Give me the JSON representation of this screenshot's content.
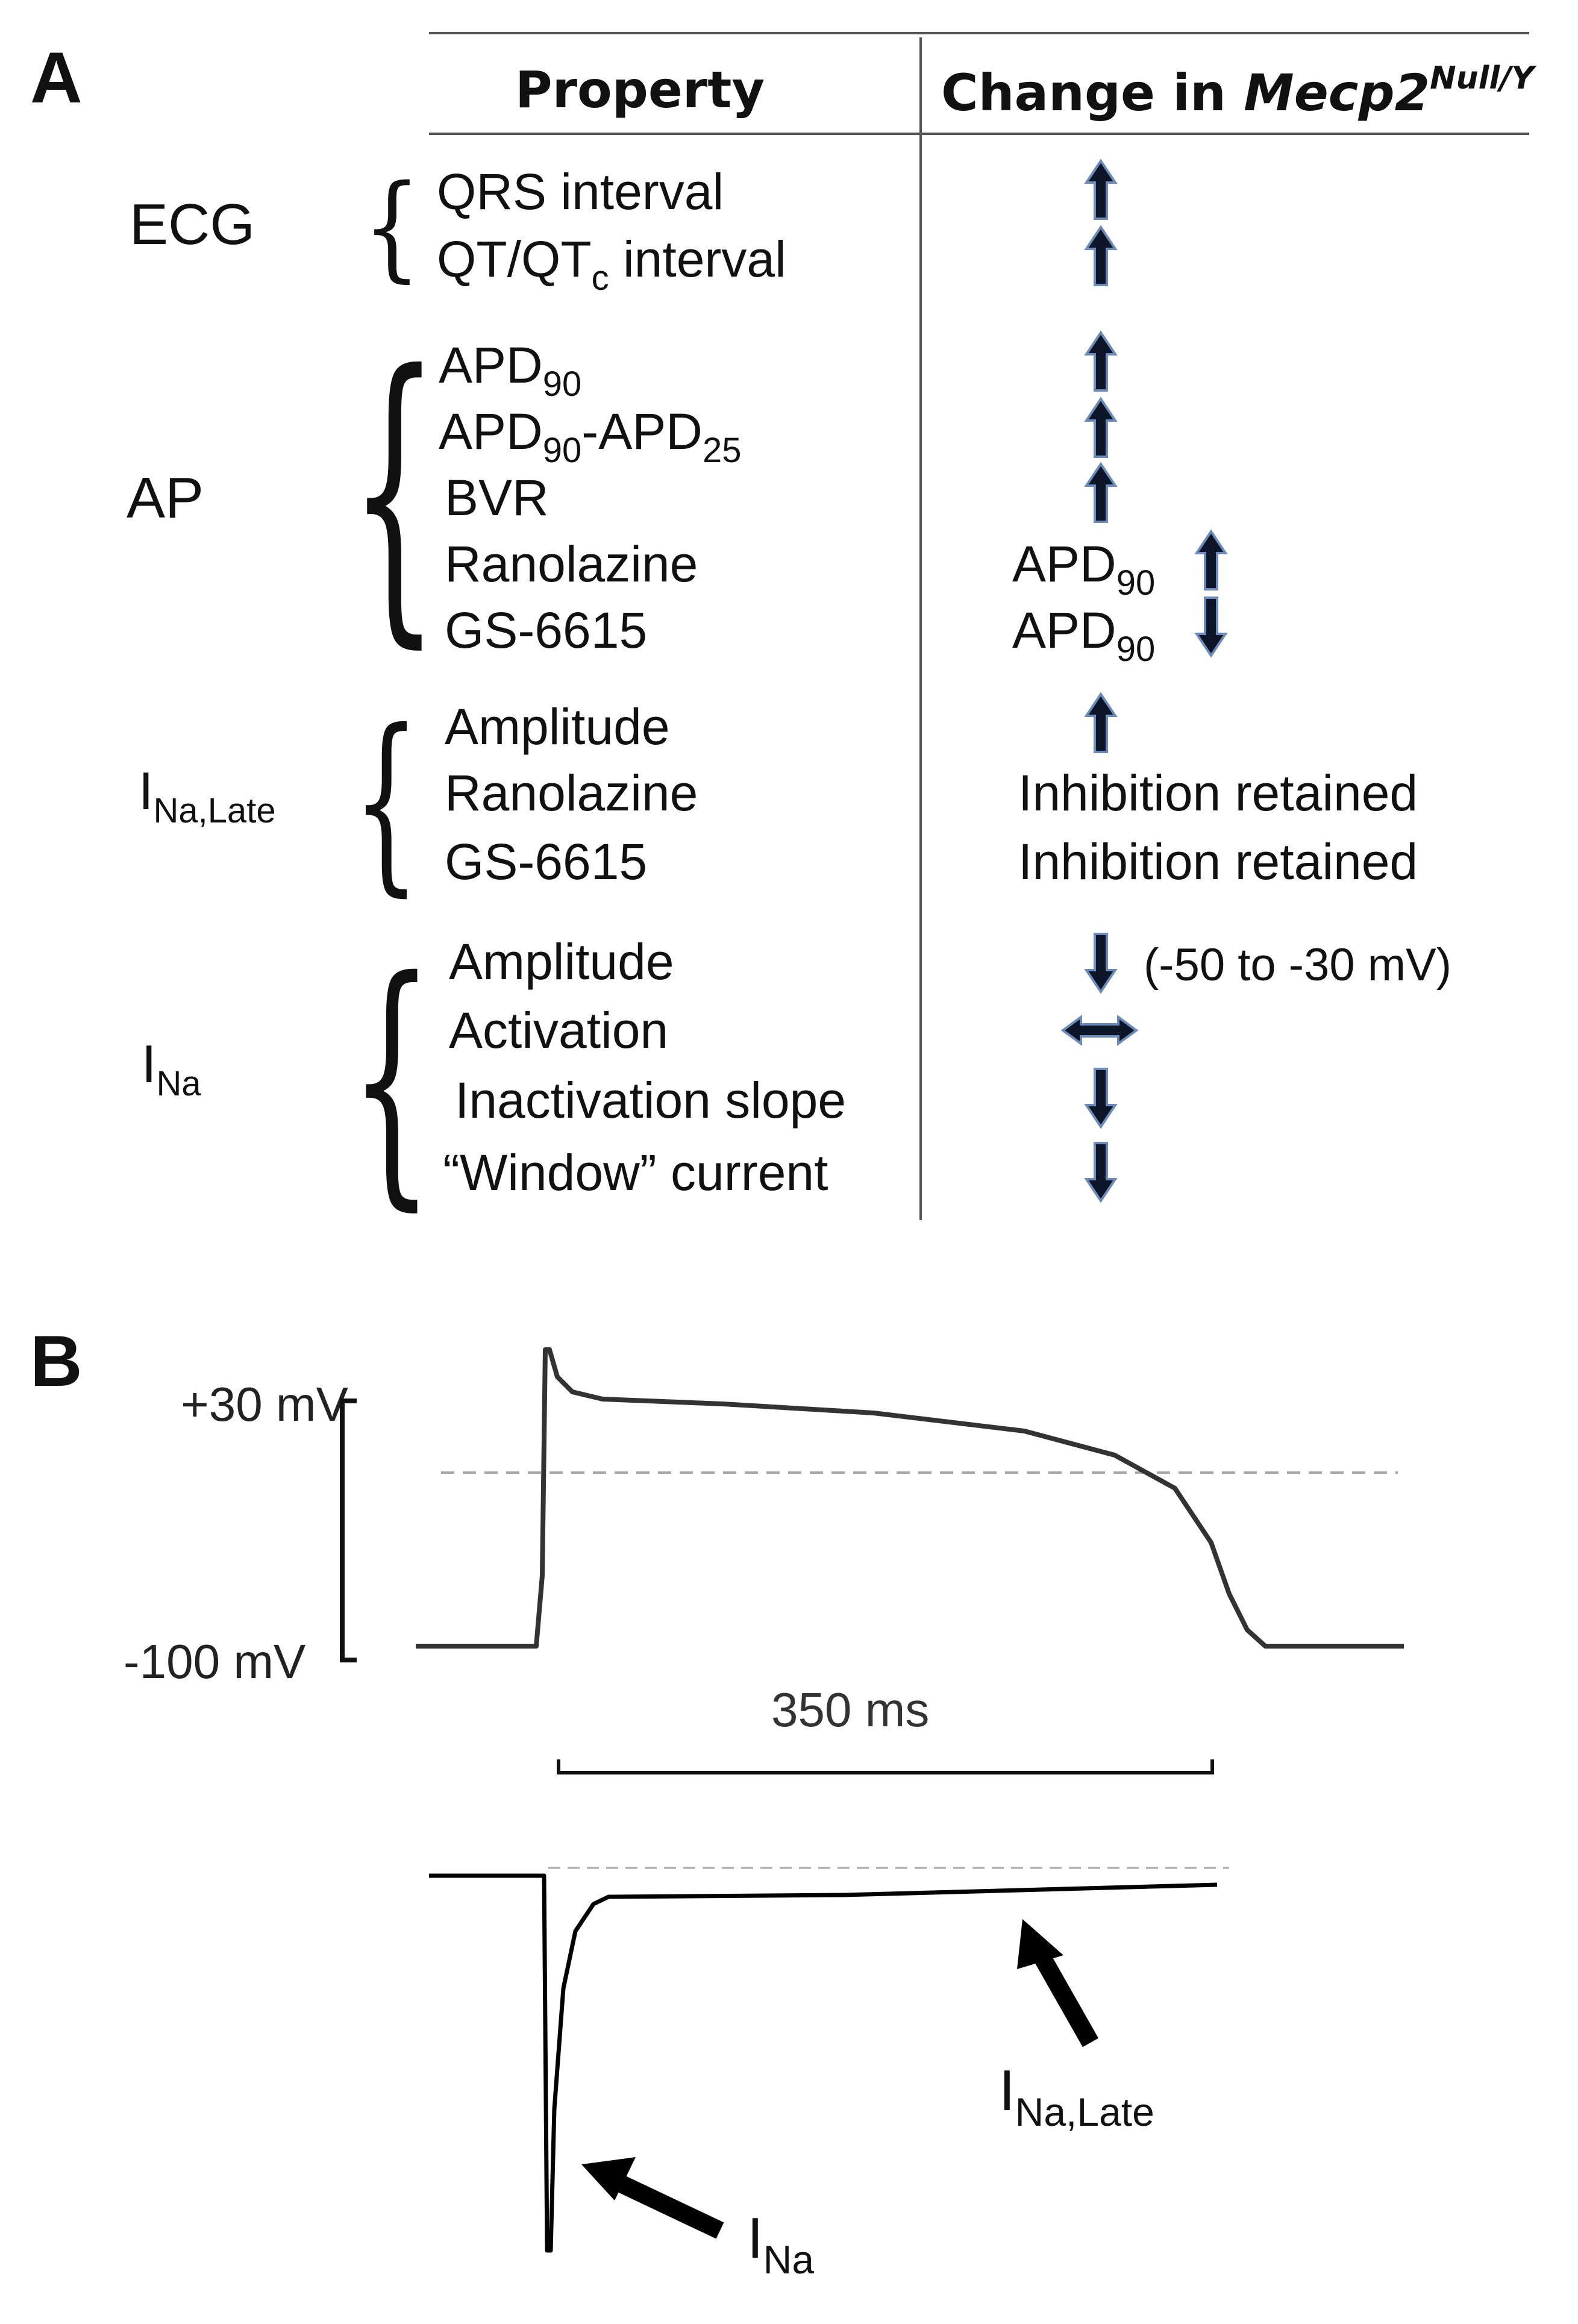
{
  "panel_a": {
    "letter": "A",
    "header_property": "Property",
    "header_change_prefix": "Change in ",
    "header_change_gene": "Mecp2",
    "header_change_sup": "Null/Y",
    "groups": {
      "ecg": {
        "label": "ECG",
        "rows": [
          {
            "property": "QRS interval",
            "change": "up"
          },
          {
            "property_main": "QT/QT",
            "property_sub": "c",
            "property_tail": " interval",
            "change": "up"
          }
        ]
      },
      "ap": {
        "label": "AP",
        "rows": [
          {
            "property_main": "APD",
            "property_sub": "90",
            "change": "up"
          },
          {
            "property_main": "APD",
            "property_sub": "90",
            "property_mid": "-APD",
            "property_sub2": "25",
            "change": "up"
          },
          {
            "property": "BVR",
            "change": "up"
          },
          {
            "property": "Ranolazine",
            "change_main": "APD",
            "change_sub": "90",
            "change": "up"
          },
          {
            "property": "GS-6615",
            "change_main": "APD",
            "change_sub": "90",
            "change": "down"
          }
        ]
      },
      "ina_late": {
        "label_main": "I",
        "label_sub": "Na,Late",
        "rows": [
          {
            "property": "Amplitude",
            "change": "up"
          },
          {
            "property": "Ranolazine",
            "change_text": "Inhibition retained"
          },
          {
            "property": "GS-6615",
            "change_text": "Inhibition retained"
          }
        ]
      },
      "ina": {
        "label_main": "I",
        "label_sub": "Na",
        "rows": [
          {
            "property": "Amplitude",
            "change": "down",
            "note": "(-50 to -30 mV)"
          },
          {
            "property": "Activation",
            "change": "left-right"
          },
          {
            "property": "Inactivation slope",
            "change": "down"
          },
          {
            "property": "“Window” current",
            "change": "down"
          }
        ]
      }
    }
  },
  "panel_b": {
    "letter": "B",
    "voltage_top": "+30 mV",
    "voltage_bottom": "-100 mV",
    "time_scale": "350 ms",
    "ina_label_main": "I",
    "ina_label_sub": "Na",
    "ina_late_label_main": "I",
    "ina_late_label_sub": "Na,Late"
  },
  "colors": {
    "arrow_fill": "#0d1628",
    "arrow_outline": "#6d8bb8",
    "trace": "#333333",
    "dashed": "#a8a8a8"
  },
  "icons": [
    "up-arrow-icon",
    "down-arrow-icon",
    "left-right-arrow-icon",
    "brace-icon"
  ]
}
